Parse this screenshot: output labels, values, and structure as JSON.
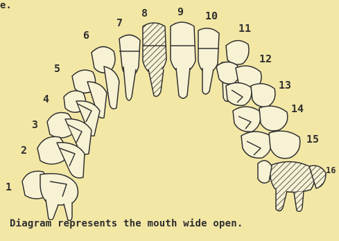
{
  "top_fragment": "e.",
  "caption": "Diagram represents the mouth wide open.",
  "tooth_numbers": [
    "1",
    "2",
    "3",
    "4",
    "5",
    "6",
    "7",
    "8",
    "9",
    "10",
    "11",
    "12",
    "13",
    "14",
    "15",
    "16"
  ],
  "colors": {
    "paper": "#f3e7a6",
    "ink": "#2f2f2f",
    "tooth_fill": "#f7f2d4"
  }
}
